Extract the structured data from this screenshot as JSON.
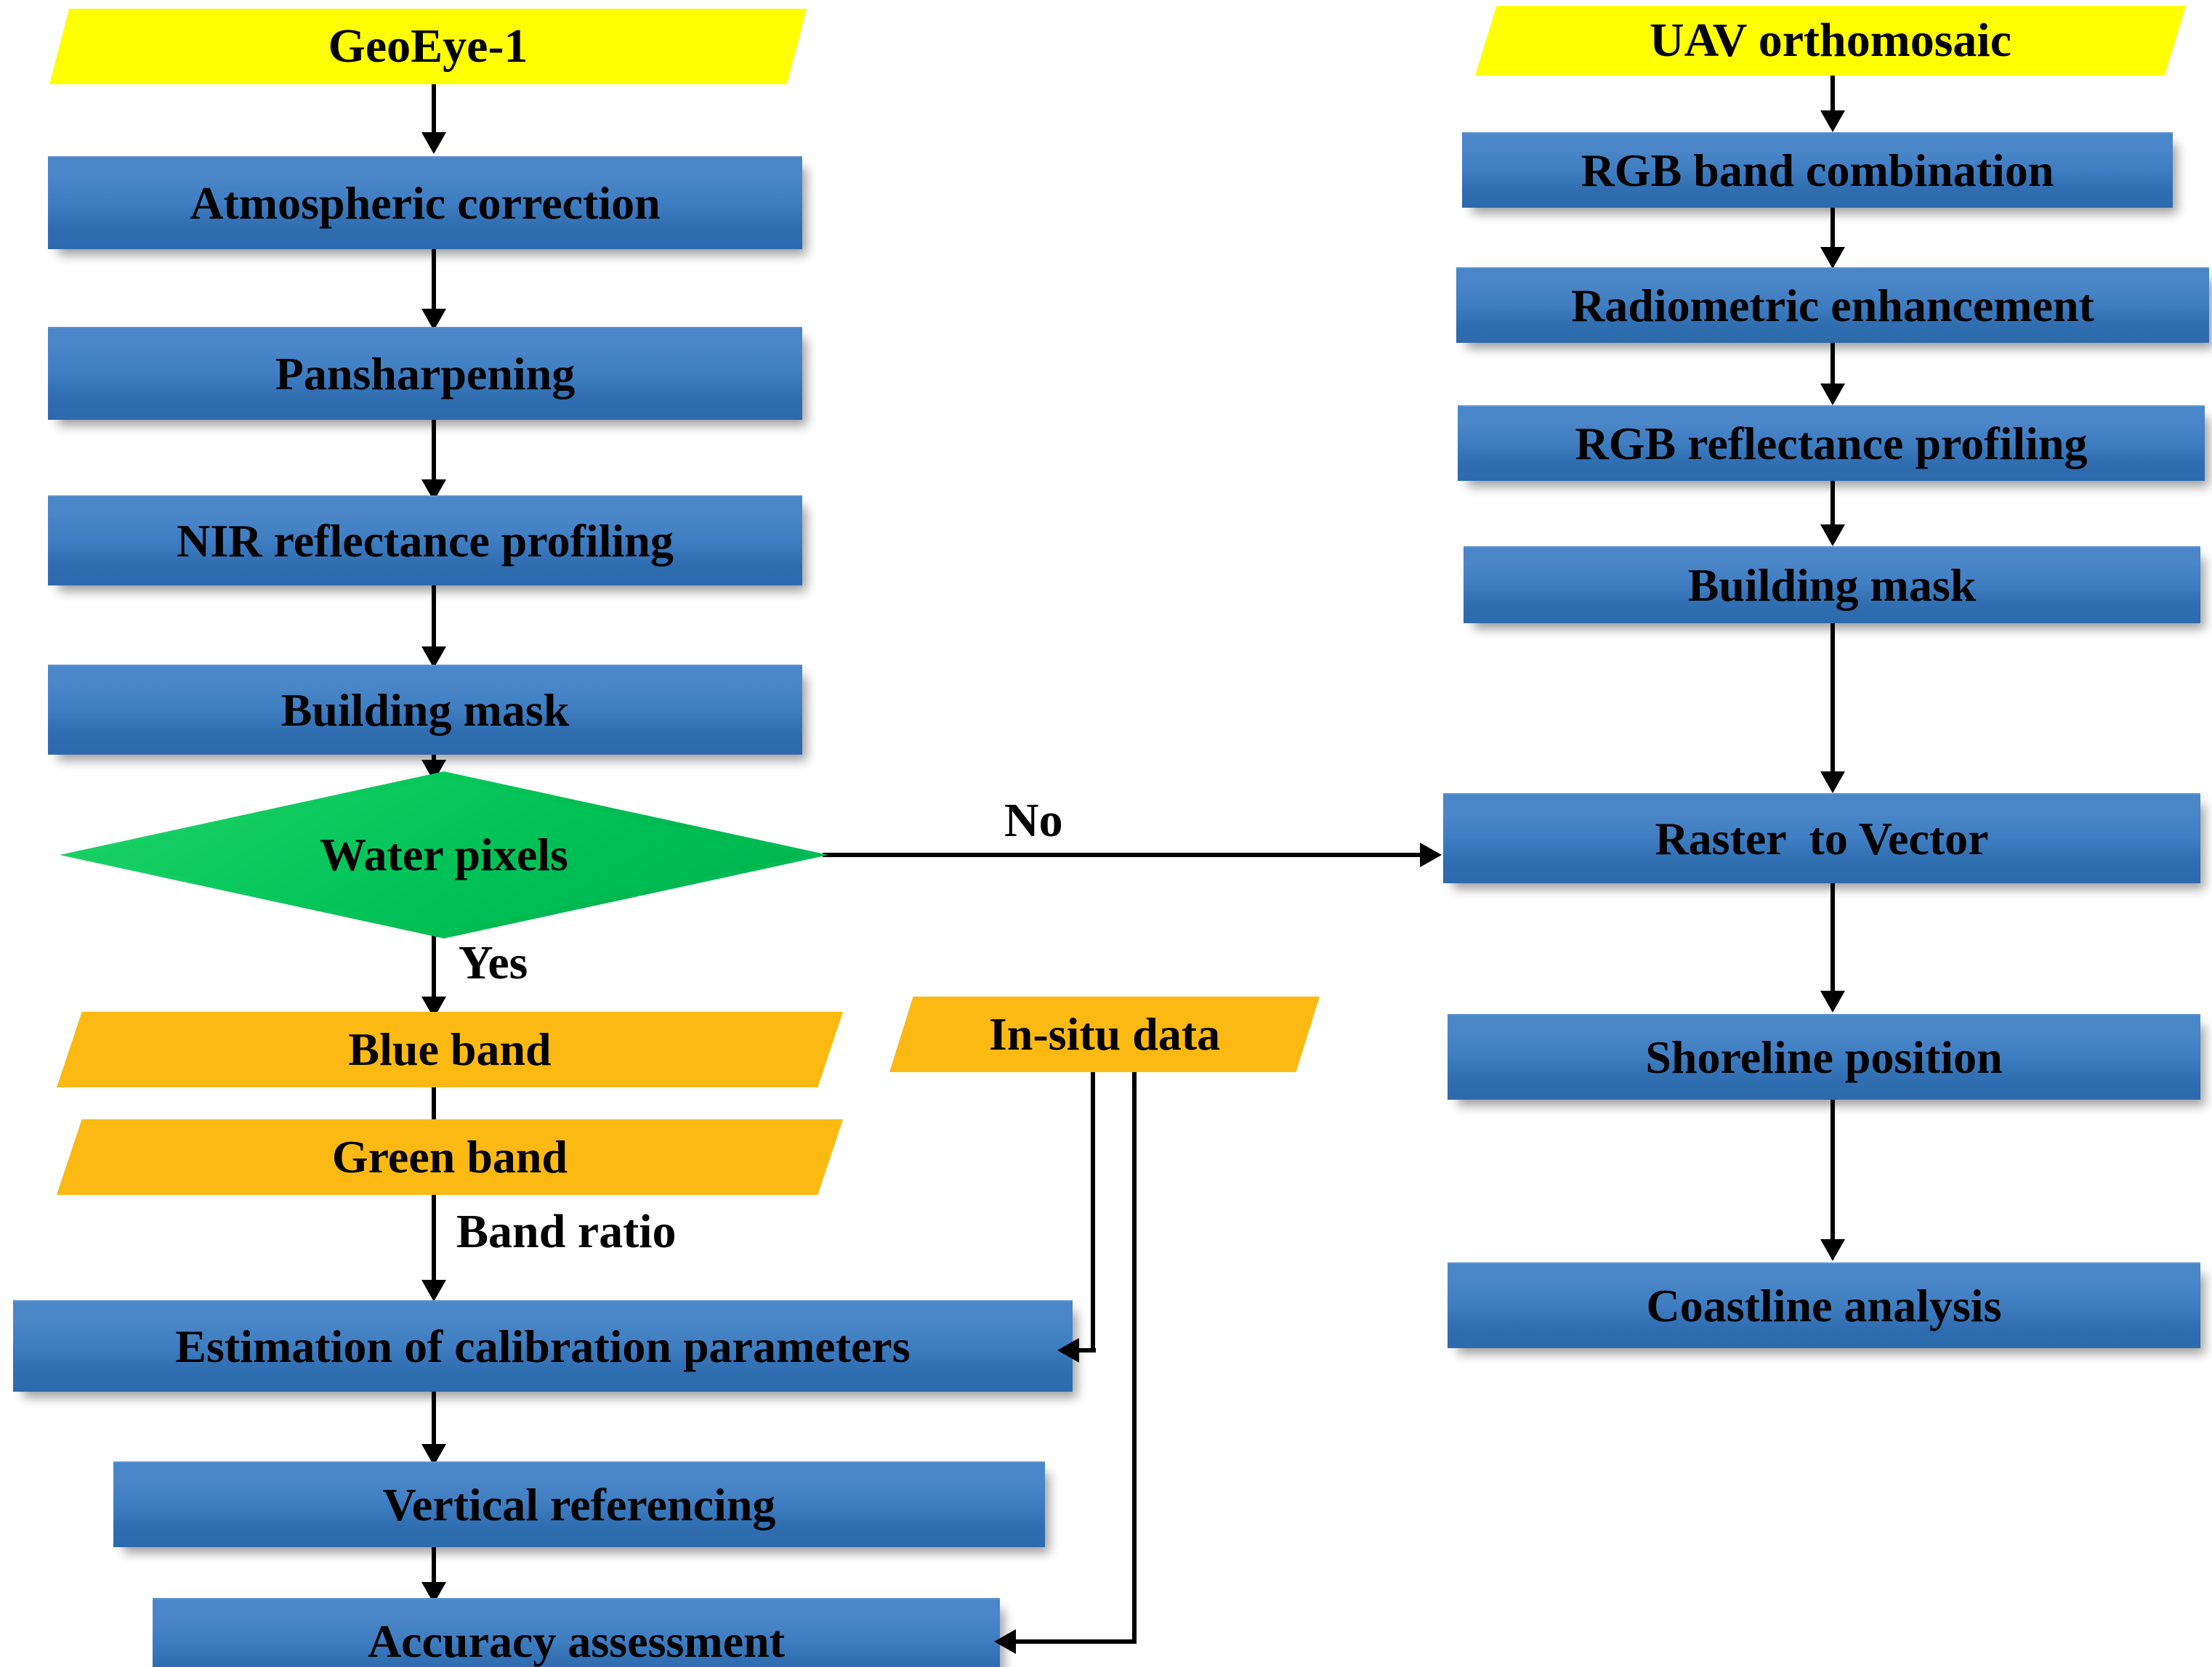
{
  "diagram": {
    "title": "Remote sensing shoreline extraction workflow",
    "colors": {
      "terminator": "#ffff00",
      "process": "#3f7ec2",
      "data": "#fbb912",
      "decision": "#00c257",
      "connector": "#000000",
      "text": "#000000",
      "background": "#ffffff"
    }
  },
  "left_branch": {
    "source": {
      "label": "GeoEye-1",
      "shape": "parallelogram",
      "color": "#ffff00"
    },
    "steps": [
      {
        "label": "Atmospheric correction",
        "shape": "rectangle",
        "color": "#3f7ec2"
      },
      {
        "label": "Pansharpening",
        "shape": "rectangle",
        "color": "#3f7ec2"
      },
      {
        "label": "NIR reflectance profiling",
        "shape": "rectangle",
        "color": "#3f7ec2"
      },
      {
        "label": "Building mask",
        "shape": "rectangle",
        "color": "#3f7ec2"
      }
    ],
    "decision": {
      "label": "Water pixels",
      "shape": "diamond",
      "color": "#00c257"
    },
    "decision_yes_label": "Yes",
    "decision_no_label": "No",
    "bands": [
      {
        "label": "Blue band",
        "shape": "parallelogram",
        "color": "#fbb912"
      },
      {
        "label": "Green band",
        "shape": "parallelogram",
        "color": "#fbb912"
      }
    ],
    "band_ratio_label": "Band ratio",
    "post_steps": [
      {
        "label": "Estimation of calibration parameters",
        "shape": "rectangle",
        "color": "#3f7ec2"
      },
      {
        "label": "Vertical referencing",
        "shape": "rectangle",
        "color": "#3f7ec2"
      },
      {
        "label": "Accuracy assessment",
        "shape": "rectangle",
        "color": "#3f7ec2"
      }
    ]
  },
  "right_branch": {
    "source": {
      "label": "UAV orthomosaic",
      "shape": "parallelogram",
      "color": "#ffff00"
    },
    "steps": [
      {
        "label": "RGB band combination",
        "shape": "rectangle",
        "color": "#3f7ec2"
      },
      {
        "label": "Radiometric enhancement",
        "shape": "rectangle",
        "color": "#3f7ec2"
      },
      {
        "label": "RGB reflectance profiling",
        "shape": "rectangle",
        "color": "#3f7ec2"
      },
      {
        "label": "Building mask",
        "shape": "rectangle",
        "color": "#3f7ec2"
      },
      {
        "label": "Raster  to Vector",
        "shape": "rectangle",
        "color": "#3f7ec2"
      },
      {
        "label": "Shoreline position",
        "shape": "rectangle",
        "color": "#3f7ec2"
      },
      {
        "label": "Coastline analysis",
        "shape": "rectangle",
        "color": "#3f7ec2"
      }
    ]
  },
  "auxiliary": {
    "in_situ": {
      "label": "In-situ data",
      "shape": "parallelogram",
      "color": "#fbb912"
    }
  }
}
